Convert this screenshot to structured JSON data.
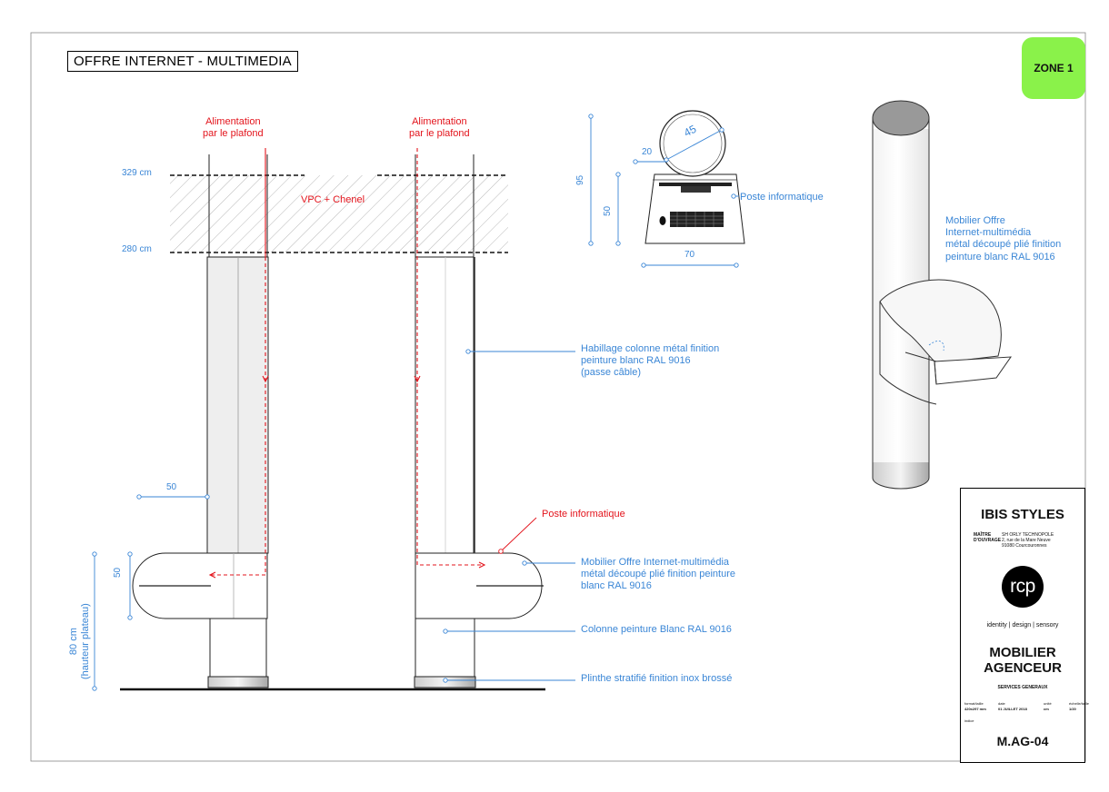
{
  "sheet": {
    "title": "OFFRE INTERNET - MULTIMEDIA",
    "zone": "ZONE 1"
  },
  "elevation": {
    "level_top": "329 cm",
    "level_bottom": "280 cm",
    "ceiling_zone": "VPC + Chenel",
    "power_left": [
      "Alimentation",
      "par le plafond"
    ],
    "power_right": [
      "Alimentation",
      "par le plafond"
    ],
    "dim_column_width": "50",
    "dim_tray_height": "50",
    "dim_worktop_height": [
      "80 cm",
      "(hauteur plateau)"
    ],
    "poste_label": "Poste informatique"
  },
  "annotations": {
    "cladding": [
      "Habillage colonne métal finition",
      "peinture blanc RAL 9016",
      "(passe câble)"
    ],
    "furniture": [
      "Mobilier Offre Internet-multimédia",
      "métal découpé plié finition peinture",
      "blanc RAL 9016"
    ],
    "column": "Colonne peinture Blanc RAL 9016",
    "plinth": "Plinthe stratifié finition inox brossé"
  },
  "detail": {
    "height": "95",
    "inner_height": "50",
    "width": "70",
    "diameter": "45",
    "offset": "20",
    "label": "Poste informatique"
  },
  "perspective": {
    "label": [
      "Mobilier Offre",
      "Internet-multimédia",
      "métal découpé plié finition",
      "peinture blanc RAL 9016"
    ]
  },
  "title_block": {
    "client": "IBIS STYLES",
    "owner_label": [
      "MAÎTRE",
      "D'OUVRAGE"
    ],
    "owner_address": [
      "SH ORLY TECHNOPOLE",
      "2, rue de la Mare Neuve",
      "91080 Courcouronnes"
    ],
    "logo": "rcp",
    "tagline": "identity | design | sensory",
    "project": [
      "MOBILIER",
      "AGENCEUR"
    ],
    "department": "SERVICES GENERAUX",
    "format_label": "format/taille",
    "format": "420x297 mm",
    "date_label": "date",
    "date": "01 JUILLET 2018",
    "unit_label": "unité",
    "unit": "cm",
    "scale_label": "échelle/taille",
    "scale": "1/20",
    "index_label": "indice",
    "drawing": "M.AG-04"
  },
  "colors": {
    "annotation": "#3a86d6",
    "power": "#e3141c",
    "zone": "#8af24a"
  }
}
